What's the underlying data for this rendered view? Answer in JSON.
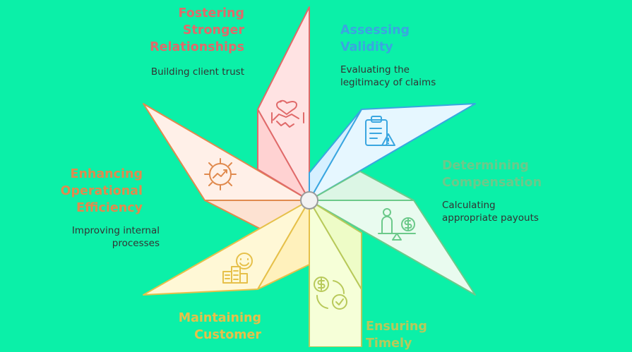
{
  "colors": {
    "background": "#0bf0a8",
    "relationships": "#e06a6a",
    "validity": "#3aa6e0",
    "compensation": "#6cc98a",
    "timely": "#b8c95a",
    "satisfaction": "#e6c04a",
    "efficiency": "#e08a4e"
  },
  "segments": [
    {
      "id": "fostering-stronger-relationships",
      "title_lines": [
        "Fostering",
        "Stronger",
        "Relationships"
      ],
      "description_lines": [
        "Building client trust"
      ],
      "icon": "handshake-heart-icon",
      "color": "#e06a6a"
    },
    {
      "id": "assessing-validity",
      "title_lines": [
        "Assessing",
        "Validity"
      ],
      "description_lines": [
        "Evaluating the",
        "legitimacy of claims"
      ],
      "icon": "clipboard-warning-icon",
      "color": "#3aa6e0"
    },
    {
      "id": "determining-compensation",
      "title_lines": [
        "Determining",
        "Compensation"
      ],
      "description_lines": [
        "Calculating",
        "appropriate payouts"
      ],
      "icon": "person-scale-dollar-icon",
      "color": "#6cc98a"
    },
    {
      "id": "ensuring-timely",
      "title_lines": [
        "Ensuring",
        "Timely"
      ],
      "description_lines": [],
      "icon": "dollar-exchange-check-icon",
      "color": "#b8c95a"
    },
    {
      "id": "maintaining-customer",
      "title_lines": [
        "Maintaining",
        "Customer"
      ],
      "description_lines": [],
      "icon": "smiley-building-icon",
      "color": "#e6c04a"
    },
    {
      "id": "enhancing-operational-efficiency",
      "title_lines": [
        "Enhancing",
        "Operational",
        "Efficiency"
      ],
      "description_lines": [
        "Improving internal",
        "processes"
      ],
      "icon": "gear-chart-icon",
      "color": "#e08a4e"
    }
  ]
}
